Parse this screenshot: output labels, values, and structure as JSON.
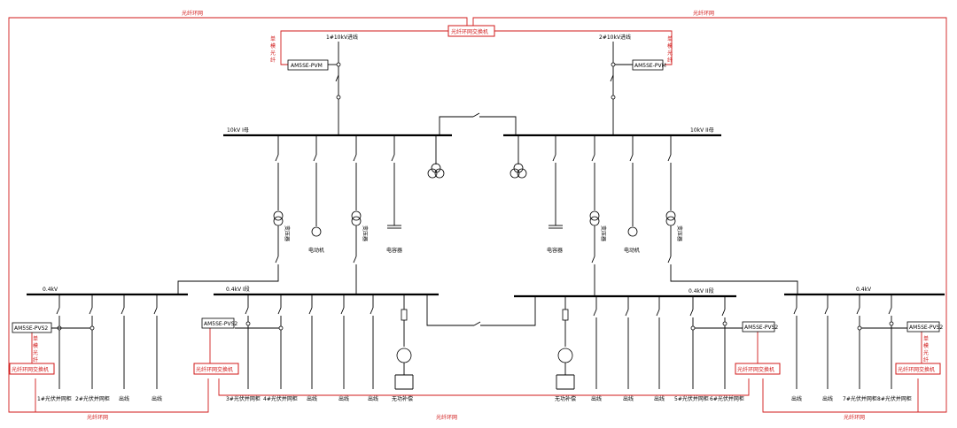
{
  "ring_labels": {
    "top_left": "光纤环网",
    "top_right": "光纤环网",
    "bottom_left": "光纤环网",
    "bottom_mid": "光纤环网",
    "bottom_right": "光纤环网"
  },
  "switch_label": "光纤环网交换机",
  "single_fiber": [
    "单",
    "模",
    "光",
    "纤"
  ],
  "incoming": {
    "left": "1#10kV进线",
    "right": "2#10kV进线"
  },
  "meters": {
    "pvm": "AM5SE-PVM",
    "pvs2": "AM5SE-PVS2"
  },
  "buses": {
    "hv1": "10kV I母",
    "hv2": "10kV II母",
    "lv_a": "0.4kV",
    "lv1": "0.4kV I段",
    "lv2": "0.4kV II段",
    "lv_b": "0.4kV"
  },
  "equip": {
    "transformer": "变压器",
    "motor": "电动机",
    "capacitor": "电容器",
    "reactive": "无功补偿"
  },
  "outlets": {
    "g1": "1#光伏并网柜",
    "g2": "2#光伏并网柜",
    "g3": "3#光伏并网柜",
    "g4": "4#光伏并网柜",
    "g5": "5#光伏并网柜",
    "g6": "6#光伏并网柜",
    "g7": "7#光伏并网柜",
    "g8": "8#光伏并网柜",
    "out": "出线"
  },
  "colors": {
    "ring": "#d11a1a",
    "line": "#000000"
  }
}
